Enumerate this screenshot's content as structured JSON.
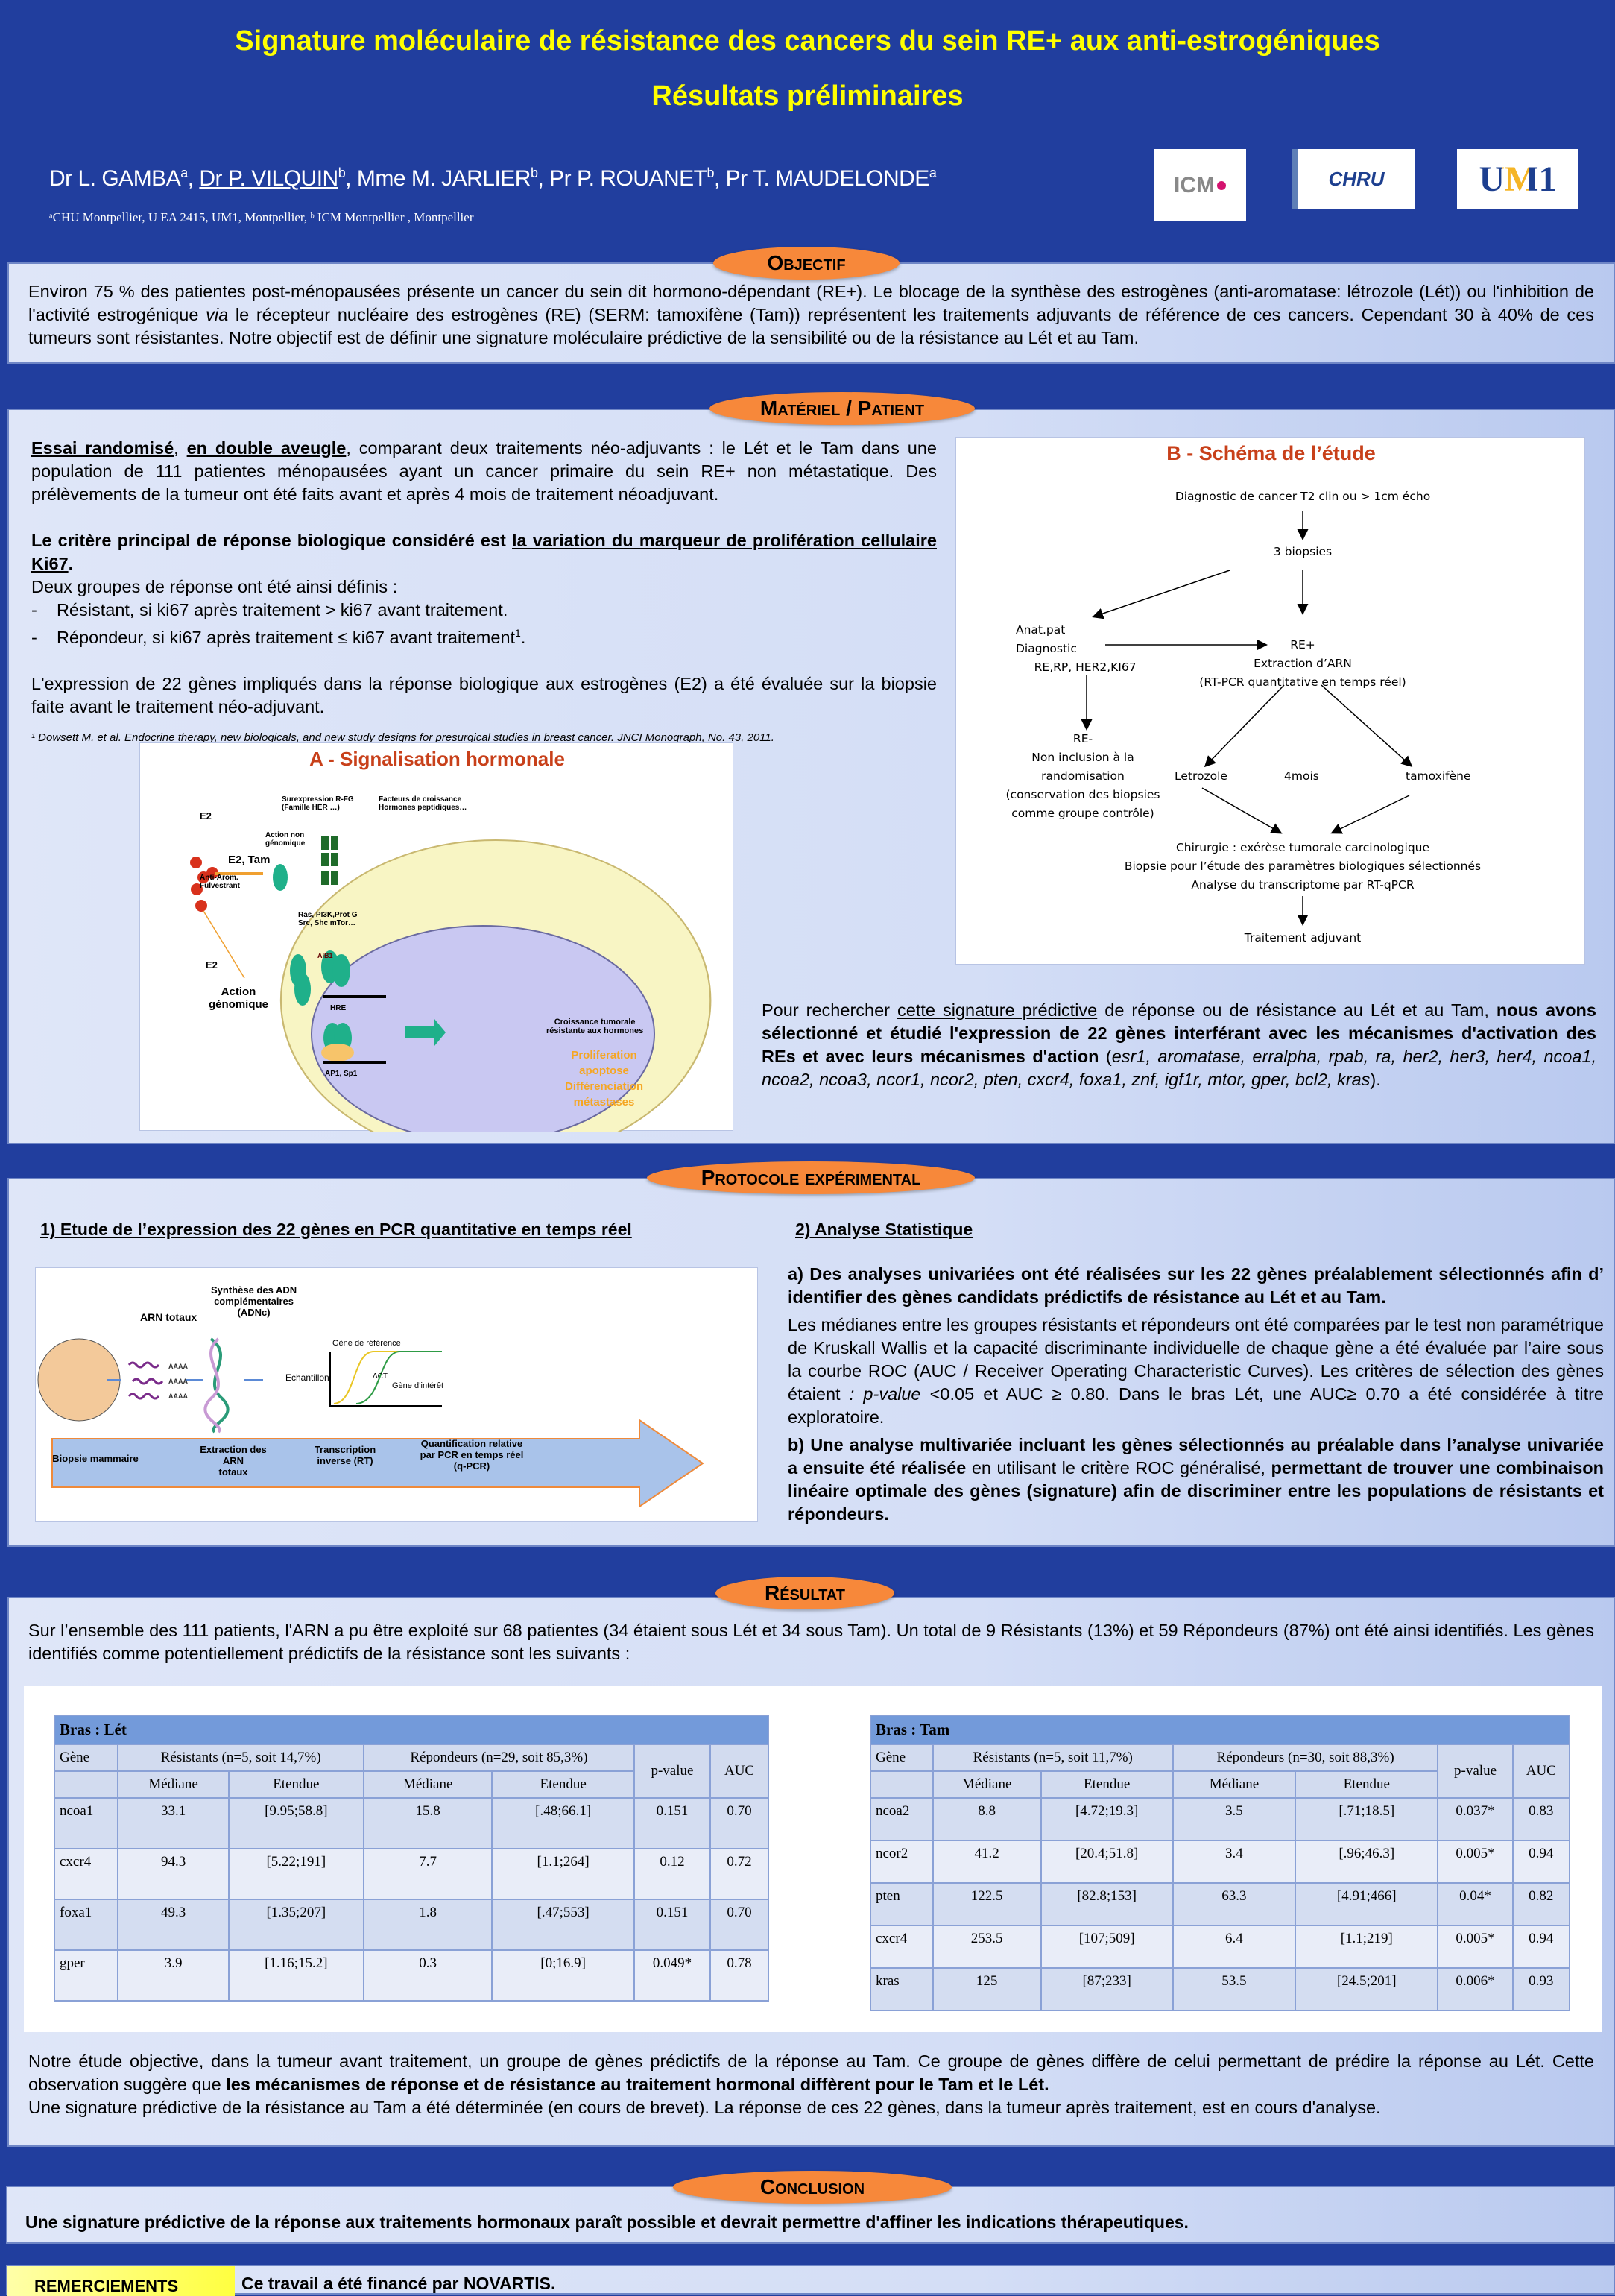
{
  "header": {
    "title": "Signature moléculaire de résistance des cancers du sein RE+ aux anti-estrogéniques",
    "subtitle": "Résultats préliminaires",
    "authors": [
      {
        "name": "Dr L. GAMBA",
        "sup": "a"
      },
      {
        "name": "Dr P. VILQUIN",
        "sup": "b"
      },
      {
        "name": "Mme M. JARLIER",
        "sup": "b"
      },
      {
        "name": "Pr P. ROUANET",
        "sup": "b"
      },
      {
        "name": "Pr T. MAUDELONDE",
        "sup": "a"
      }
    ],
    "affiliation": "ᵃCHU Montpellier,  U EA 2415, UM1, Montpellier,  ᵇ ICM Montpellier  , Montpellier",
    "logos": [
      "ICM",
      "CHRU",
      "UM1"
    ]
  },
  "objectif": {
    "heading": "Objectif",
    "text_a": "Environ 75 % des patientes post-ménopausées présente un cancer du sein dit hormono-dépendant (RE+). Le blocage de la synthèse des estrogènes (anti-aromatase: létrozole (Lét)) ou l'inhibition de l'activité estrogénique ",
    "text_via": "via",
    "text_b": " le récepteur nucléaire des estrogènes (RE) (SERM: tamoxifène (Tam)) représentent les traitements adjuvants de référence de ces cancers. Cependant 30 à 40% de ces tumeurs sont résistantes. Notre objectif est de définir une signature moléculaire prédictive de la sensibilité ou de la résistance au Lét et au Tam."
  },
  "materiel": {
    "heading": "Matériel / Patient",
    "p1_u1": "Essai randomisé",
    "p1_sep": ", ",
    "p1_u2": "en double aveugle",
    "p1_rest": ", comparant deux traitements néo-adjuvants : le Lét et le Tam dans une population de 111 patientes ménopausées ayant un cancer primaire du sein RE+ non métastatique. Des prélèvements de la tumeur ont été faits avant et après 4 mois de traitement néoadjuvant.",
    "p2_bold": "Le critère principal de réponse biologique considéré est ",
    "p2_u": "la variation du marqueur de prolifération cellulaire Ki67",
    "p3": "Deux groupes de réponse ont été ainsi définis :",
    "b1": "Résistant, si ki67 après traitement > ki67 avant traitement.",
    "b2": "Répondeur, si ki67 après traitement ≤ ki67 avant traitement",
    "b2_sup": "1",
    "p4": "L'expression de 22 gènes impliqués dans la réponse biologique aux estrogènes (E2) a été évaluée sur la biopsie faite avant le traitement néo-adjuvant.",
    "ref": "¹ Dowsett  M, et al. Endocrine therapy,  new biologicals, and  new study designs  for presurgical studies in breast cancer. JNCI Monograph, No. 43, 2011.",
    "right_a": "Pour rechercher ",
    "right_u": "cette signature prédictive",
    "right_b": " de réponse ou de résistance au Lét et au Tam, ",
    "right_bold": "nous avons sélectionné et étudié l'expression de 22 gènes interférant avec les mécanismes d'activation des REs et avec leurs mécanismes d'action",
    "right_genes": "esr1, aromatase, erralpha, rpab, ra, her2, her3, her4, ncoa1, ncoa2, ncoa3, ncor1, ncor2, pten, cxcr4, foxa1, znf, igf1r, mtor, gper, bcl2, kras"
  },
  "figA": {
    "title": "A - Signalisation hormonale",
    "e2a": "E2",
    "e2tam": "E2, Tam",
    "antiarom": "Anti-Arom.",
    "fulv": "Fulvestrant",
    "surexp1": "Surexpression R-FG",
    "surexp2": "(Famille HER …)",
    "fact1": "Facteurs de croissance",
    "fact2": "Hormones peptidiques…",
    "nongen1": "Action non",
    "nongen2": "génomique",
    "ras1": "Ras, PI3K,Prot G",
    "ras2": "Src, Shc mTor…",
    "aib1": "AIB1",
    "p": "P",
    "e2b": "E2",
    "gen1": "Action",
    "gen2": "génomique",
    "hre": "HRE",
    "ap1": "AP1, Sp1",
    "crois1": "Croissance tumorale",
    "crois2": "résistante aux hormones",
    "out1": "Proliferation",
    "out2": "apoptose",
    "out3": "Différenciation",
    "out4": "métastases"
  },
  "figB": {
    "title": "B - Schéma de l’étude",
    "n1": "Diagnostic de cancer T2 clin ou > 1cm écho",
    "n2": "3 biopsies",
    "n3a": "Anat.pat",
    "n3b": "Diagnostic",
    "n3c": "RE,RP,  HER2,KI67",
    "n4a": "RE+",
    "n4b": "Extraction d’ARN",
    "n4c": "(RT-PCR quantitative en temps réel)",
    "n5a": "RE-",
    "n5b": "Non inclusion à la",
    "n5c": "randomisation",
    "n5d": "(conservation des biopsies",
    "n5e": "comme groupe contrôle)",
    "let": "Letrozole",
    "mois": "4mois",
    "tam": "tamoxifène",
    "c1": "Chirurgie : exérèse tumorale carcinologique",
    "c2": "Biopsie pour l’étude des paramètres biologiques sélectionnés",
    "c3": "Analyse du transcriptome par RT-qPCR",
    "fin": "Traitement adjuvant"
  },
  "protocole": {
    "heading": "Protocole expérimental",
    "h1": "1) Etude de l’expression des 22 gènes en PCR quantitative en temps réel",
    "h2": "2) Analyse Statistique",
    "a_bold": "a) Des analyses univariées ont été réalisées sur les 22 gènes préalablement sélectionnés afin d’ identifier des gènes candidats prédictifs de résistance au Lét et au Tam.",
    "a_text1": "Les médianes entre les groupes résistants et répondeurs ont été comparées par le test non paramétrique de Kruskall Wallis et la capacité discriminante individuelle de chaque gène a été évaluée par l’aire sous la courbe ROC (AUC / Receiver Operating Characteristic Curves). Les critères de sélection des gènes étaient ",
    "a_pv": ": p-value",
    "a_text2": " <0.05 et AUC ≥ 0.80. Dans le bras Lét, une AUC≥ 0.70 a été considérée à titre exploratoire.",
    "b_bold1": "b) Une analyse multivariée incluant les gènes sélectionnés au préalable dans l’analyse univariée a ensuite été réalisée",
    "b_text": " en utilisant le critère ROC généralisé, ",
    "b_bold2": "permettant de trouver une combinaison linéaire optimale des gènes (signature) afin de discriminer entre les populations de résistants et répondeurs.",
    "fig": {
      "arn": "ARN totaux",
      "syn1": "Synthèse des ADN",
      "syn2": "complémentaires",
      "syn3": "(ADNc)",
      "aaaa": "AAAA",
      "ech": "Echantillon",
      "ref": "Gène de référence",
      "int": "Gène d’intérêt",
      "dct": "ΔCT",
      "s1": "Biopsie mammaire",
      "s2a": "Extraction des ARN",
      "s2b": "totaux",
      "s3a": "Transcription",
      "s3b": "inverse (RT)",
      "s4a": "Quantification relative",
      "s4b": "par PCR en temps réel",
      "s4c": "(q-PCR)"
    }
  },
  "resultat": {
    "heading": "Résultat",
    "intro": "Sur l’ensemble des 111 patients, l'ARN a pu être exploité sur 68 patientes (34 étaient sous Lét et 34 sous Tam). Un total de 9 Résistants (13%) et 59 Répondeurs (87%) ont été ainsi identifiés. Les gènes identifiés comme potentiellement prédictifs de la résistance sont les suivants :",
    "tables": [
      {
        "caption": "Bras : Lét",
        "gene": "Gène",
        "res": "Résistants (n=5, soit 14,7%)",
        "rep": "Répondeurs (n=29, soit 85,3%)",
        "pval": "p-value",
        "auc": "AUC",
        "med": "Médiane",
        "et": "Etendue",
        "rows": [
          [
            "ncoa1",
            "33.1",
            "[9.95;58.8]",
            "15.8",
            "[.48;66.1]",
            "0.151",
            "0.70"
          ],
          [
            "cxcr4",
            "94.3",
            "[5.22;191]",
            "7.7",
            "[1.1;264]",
            "0.12",
            "0.72"
          ],
          [
            "foxa1",
            "49.3",
            "[1.35;207]",
            "1.8",
            "[.47;553]",
            "0.151",
            "0.70"
          ],
          [
            "gper",
            "3.9",
            "[1.16;15.2]",
            "0.3",
            "[0;16.9]",
            "0.049*",
            "0.78"
          ]
        ]
      },
      {
        "caption": "Bras : Tam",
        "gene": "Gène",
        "res": "Résistants (n=5, soit 11,7%)",
        "rep": "Répondeurs (n=30, soit 88,3%)",
        "pval": "p-value",
        "auc": "AUC",
        "med": "Médiane",
        "et": "Etendue",
        "rows": [
          [
            "ncoa2",
            "8.8",
            "[4.72;19.3]",
            "3.5",
            "[.71;18.5]",
            "0.037*",
            "0.83"
          ],
          [
            "ncor2",
            "41.2",
            "[20.4;51.8]",
            "3.4",
            "[.96;46.3]",
            "0.005*",
            "0.94"
          ],
          [
            "pten",
            "122.5",
            "[82.8;153]",
            "63.3",
            "[4.91;466]",
            "0.04*",
            "0.82"
          ],
          [
            "cxcr4",
            "253.5",
            "[107;509]",
            "6.4",
            "[1.1;219]",
            "0.005*",
            "0.94"
          ],
          [
            "kras",
            "125",
            "[87;233]",
            "53.5",
            "[24.5;201]",
            "0.006*",
            "0.93"
          ]
        ]
      }
    ],
    "out1": "Notre étude objective, dans la tumeur avant traitement, un groupe de gènes prédictifs de la réponse au Tam. Ce groupe de gènes diffère de celui permettant de prédire la réponse au Lét. Cette observation suggère que ",
    "out1_bold": "les mécanismes de réponse et de résistance au traitement hormonal diffèrent pour le Tam et le Lét.",
    "out2": "Une signature prédictive de la résistance au Tam a été déterminée (en cours de brevet). La réponse de ces 22 gènes, dans la tumeur après traitement, est en cours d'analyse."
  },
  "conclusion": {
    "heading": "Conclusion",
    "text": "Une signature prédictive de la réponse aux traitements hormonaux paraît possible et devrait permettre d'affiner les indications thérapeutiques."
  },
  "remerciements": {
    "label": "REMERCIEMENTS",
    "text": "Ce travail a été financé par NOVARTIS."
  },
  "colors": {
    "background": "#213e9e",
    "title": "#ffff00",
    "pill": "#f7883a",
    "figure_title": "#c8401a",
    "orange_text": "#f5a623"
  }
}
